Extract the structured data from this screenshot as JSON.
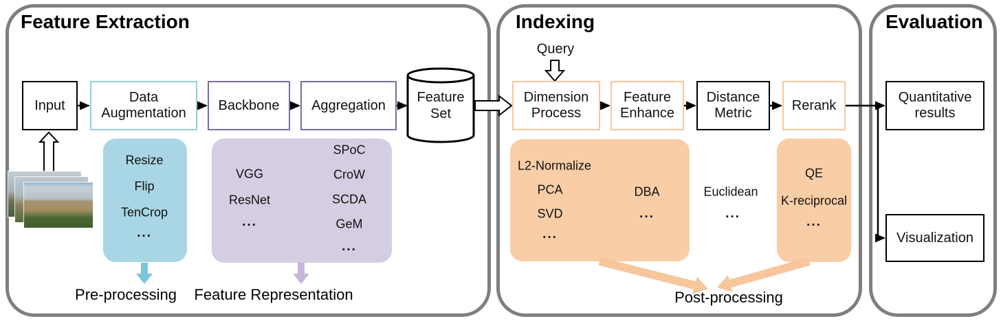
{
  "colors": {
    "container_border": "#7f7f7f",
    "teal_border": "#92cddc",
    "teal_fill": "#a9d6e4",
    "teal_arrow": "#7cc5da",
    "purple_border": "#7d6aa0",
    "purple_fill": "#d5cde2",
    "purple_arrow": "#c3b8d8",
    "orange_border": "#fbc59b",
    "orange_fill": "#f9cda6",
    "orange_arrow": "#f7c69c",
    "box_border_black": "#000000"
  },
  "feature_extraction": {
    "title": "Feature Extraction",
    "boxes": {
      "input": "Input",
      "data_augmentation": "Data Augmentation",
      "backbone": "Backbone",
      "aggregation": "Aggregation",
      "feature_set": "Feature Set"
    },
    "preprocessing": {
      "items": [
        "Resize",
        "Flip",
        "TenCrop",
        "..."
      ],
      "label": "Pre-processing"
    },
    "representation": {
      "backbone_methods": [
        "VGG",
        "ResNet",
        "..."
      ],
      "aggregation_methods": [
        "SPoC",
        "CroW",
        "SCDA",
        "GeM",
        "..."
      ],
      "label": "Feature Representation"
    }
  },
  "indexing": {
    "title": "Indexing",
    "query_label": "Query",
    "boxes": {
      "dimension_process": "Dimension Process",
      "feature_enhance": "Feature Enhance",
      "distance_metric": "Distance Metric",
      "rerank": "Rerank"
    },
    "dimension_methods": {
      "header": "L2-Normalize",
      "col1": [
        "PCA",
        "SVD",
        "..."
      ],
      "col2": [
        "DBA",
        "..."
      ]
    },
    "distance_methods": [
      "Euclidean",
      "..."
    ],
    "rerank_methods": [
      "QE",
      "K-reciprocal",
      "..."
    ],
    "postprocessing_label": "Post-processing"
  },
  "evaluation": {
    "title": "Evaluation",
    "boxes": {
      "quantitative_results": "Quantitative results",
      "visualization": "Visualization"
    }
  }
}
